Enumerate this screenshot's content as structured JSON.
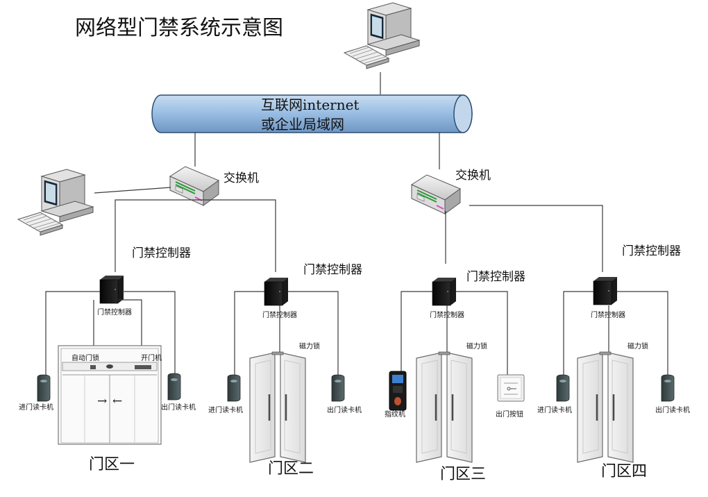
{
  "title": "网络型门禁系统示意图",
  "network": {
    "line1": "互联网internet",
    "line2": "或企业局域网",
    "color": "#9cc0e4"
  },
  "switch_label": "交换机",
  "controller_label": "门禁控制器",
  "lock_label": "磁力锁",
  "entry_reader": "进门读卡机",
  "exit_reader": "出门读卡机",
  "zones": {
    "z1": {
      "name": "门区一",
      "auto_lock": "自动门锁",
      "open_machine": "开门机",
      "arrow_right": "→",
      "arrow_left": "←"
    },
    "z2": {
      "name": "门区二"
    },
    "z3": {
      "name": "门区三",
      "fingerprint": "指纹机",
      "exit_button": "出门按钮"
    },
    "z4": {
      "name": "门区四"
    }
  }
}
